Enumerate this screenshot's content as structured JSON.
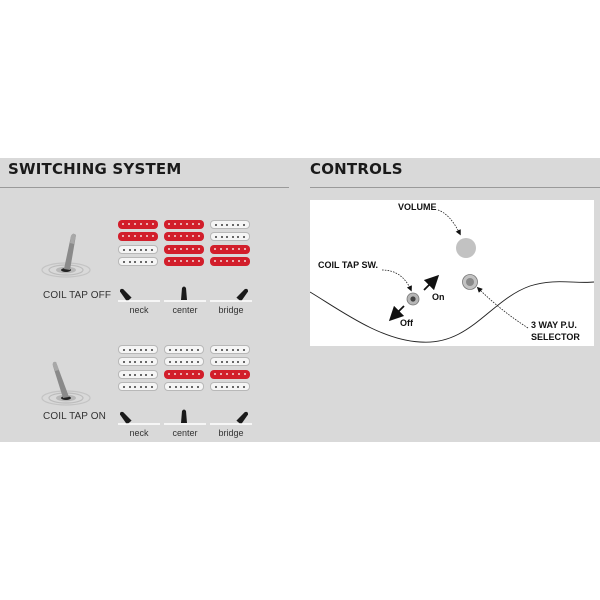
{
  "switching": {
    "title": "SWITCHING SYSTEM",
    "modes": [
      {
        "label": "COIL TAP OFF",
        "pickups": [
          [
            "red",
            "red"
          ],
          [
            "red",
            "red"
          ],
          [
            "white",
            "white"
          ],
          [
            "white",
            "white"
          ],
          [
            "red",
            "red"
          ],
          [
            "red",
            "red"
          ]
        ],
        "positions": [
          "neck",
          "center",
          "bridge"
        ]
      },
      {
        "label": "COIL TAP ON",
        "pickups": [
          [
            "white",
            "white"
          ],
          [
            "white",
            "white"
          ],
          [
            "white",
            "white"
          ],
          [
            "white",
            "white"
          ],
          [
            "red",
            "white"
          ],
          [
            "red",
            "white"
          ]
        ],
        "positions": [
          "neck",
          "center",
          "bridge"
        ]
      }
    ]
  },
  "controls": {
    "title": "CONTROLS",
    "volume_label": "VOLUME",
    "coil_tap_label": "COIL TAP SW.",
    "on_label": "On",
    "off_label": "Off",
    "selector_label_line1": "3 WAY P.U.",
    "selector_label_line2": "SELECTOR"
  },
  "colors": {
    "pickup_red": "#d21e2b",
    "pickup_white": "#f5f5f5",
    "panel": "#d9d9d9"
  }
}
